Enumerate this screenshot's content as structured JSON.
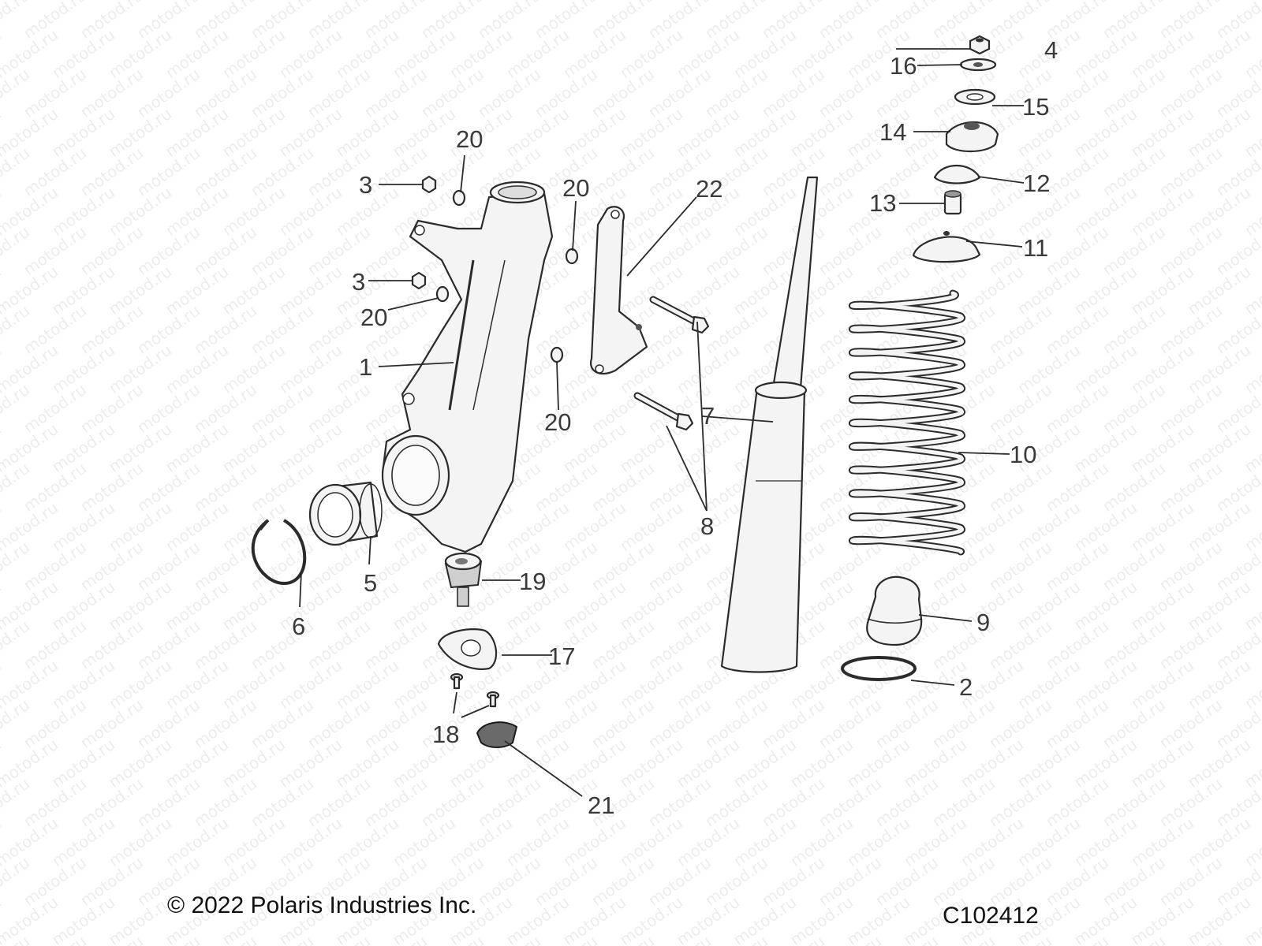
{
  "watermark_text": "motod.ru",
  "copyright": "© 2022 Polaris Industries Inc.",
  "figure_id": "C102412",
  "callouts": {
    "c1": "1",
    "c2": "2",
    "c3a": "3",
    "c3b": "3",
    "c4": "4",
    "c5": "5",
    "c6": "6",
    "c7": "7",
    "c8": "8",
    "c9": "9",
    "c10": "10",
    "c11": "11",
    "c12": "12",
    "c13": "13",
    "c14": "14",
    "c15": "15",
    "c16": "16",
    "c17": "17",
    "c18": "18",
    "c19": "19",
    "c20a": "20",
    "c20b": "20",
    "c20c": "20",
    "c20d": "20",
    "c21": "21",
    "c22": "22"
  },
  "colors": {
    "line": "#2b2b2b",
    "fill": "#f4f4f4",
    "dark_part": "#6a6a6a"
  }
}
